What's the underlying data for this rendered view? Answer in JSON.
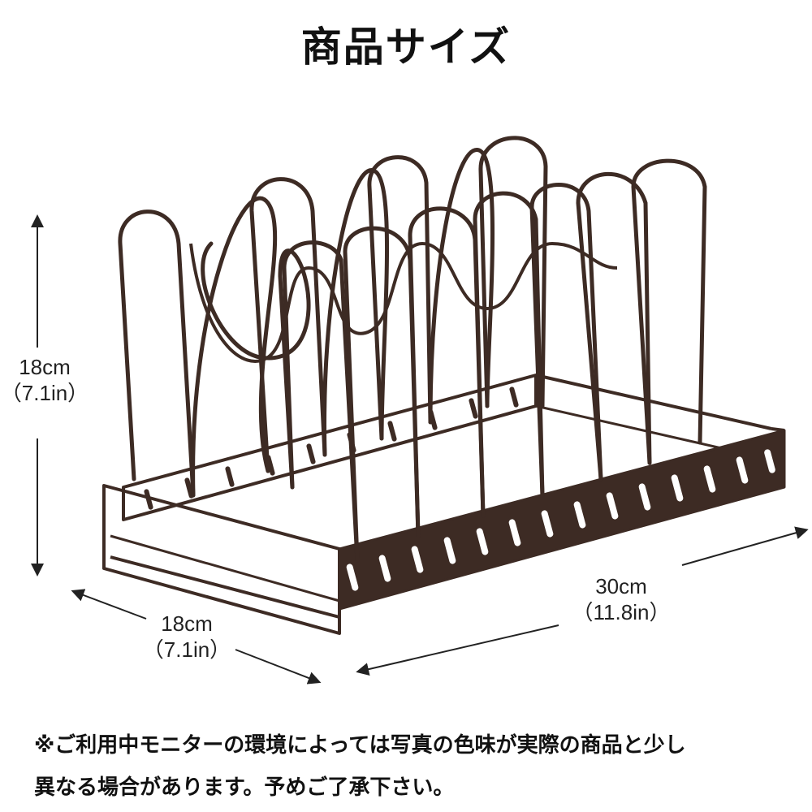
{
  "title": "商品サイズ",
  "dimensions": {
    "height": {
      "value": "18cm",
      "imperial": "（7.1in）"
    },
    "depth": {
      "value": "18cm",
      "imperial": "（7.1in）"
    },
    "width": {
      "value": "30cm",
      "imperial": "（11.8in）"
    }
  },
  "note": {
    "line1": "※ご利用中モニターの環境によっては写真の色味が実際の商品と少し",
    "line2": "異なる場合があります。予めご了承下さい。"
  },
  "colors": {
    "rack": "#3d2b24",
    "text": "#111111"
  }
}
